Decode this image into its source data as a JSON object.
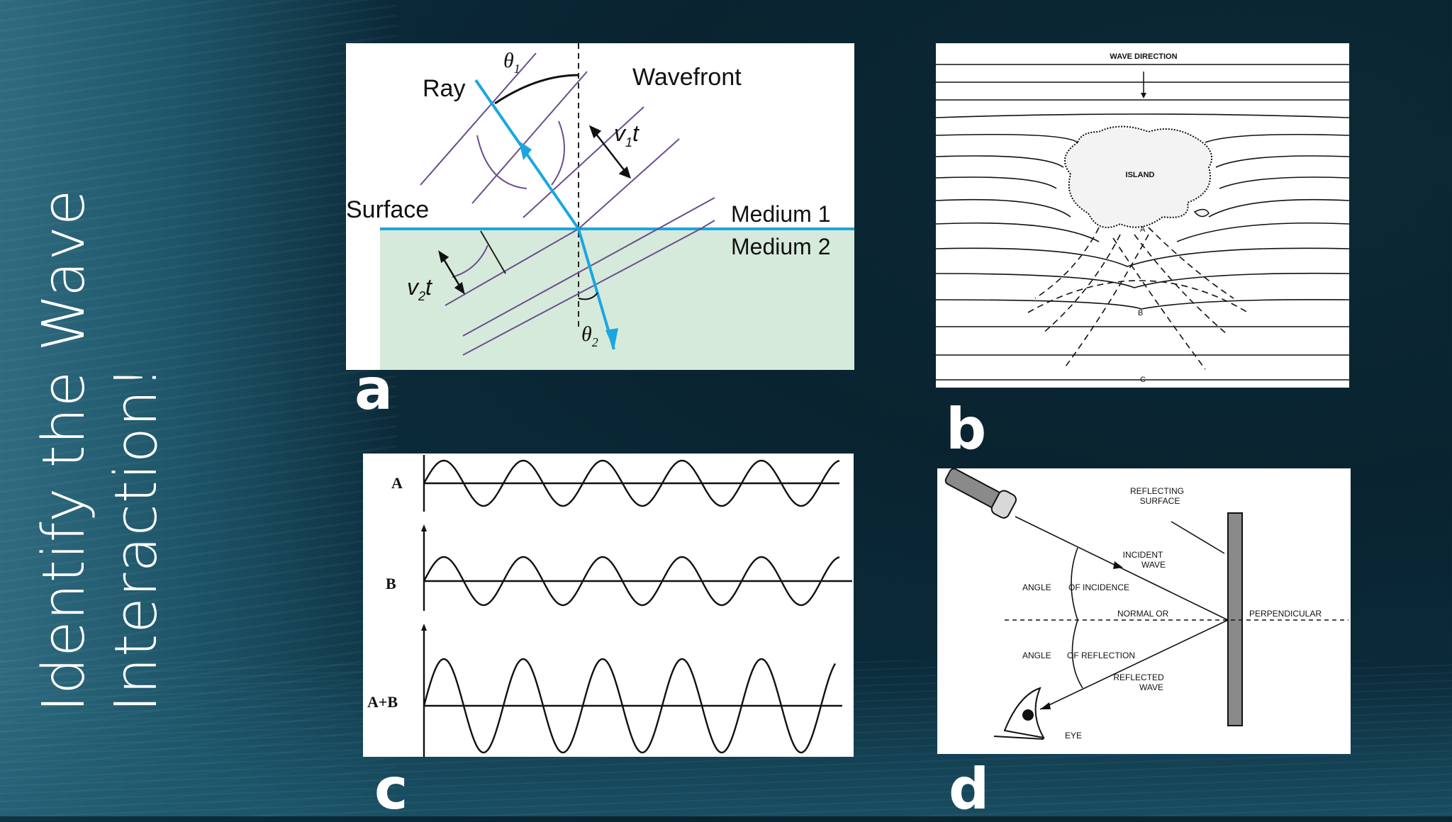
{
  "slide": {
    "title_line1": "Identify the Wave",
    "title_line2": "Interaction!"
  },
  "panel_a": {
    "letter": "a",
    "ray": "Ray",
    "theta1": "θ",
    "theta1_sub": "1",
    "wavefront": "Wavefront",
    "v1t_v": "v",
    "v1t_sub": "1",
    "v1t_t": "t",
    "surface": "Surface",
    "medium1": "Medium 1",
    "medium2": "Medium 2",
    "v2t_v": "v",
    "v2t_sub": "2",
    "v2t_t": "t",
    "theta2": "θ",
    "theta2_sub": "2",
    "colors": {
      "ray": "#1aa7e0",
      "wavefront": "#6b4e8f",
      "medium2": "#d6eadb"
    }
  },
  "panel_b": {
    "letter": "b",
    "wave_direction": "WAVE DIRECTION",
    "island": "ISLAND",
    "point_a": "A",
    "point_b": "B",
    "point_c": "C"
  },
  "panel_c": {
    "letter": "c",
    "label_a": "A",
    "label_b": "B",
    "label_ab": "A+B"
  },
  "panel_d": {
    "letter": "d",
    "reflecting_surface_1": "REFLECTING",
    "reflecting_surface_2": "SURFACE",
    "incident_wave_1": "INCIDENT",
    "incident_wave_2": "WAVE",
    "angle_incidence_1": "ANGLE",
    "angle_incidence_2": "OF INCIDENCE",
    "normal_or": "NORMAL OR",
    "perpendicular": "PERPENDICULAR",
    "angle_reflection_1": "ANGLE",
    "angle_reflection_2": "OF REFLECTION",
    "reflected_wave_1": "REFLECTED",
    "reflected_wave_2": "WAVE",
    "eye": "EYE"
  }
}
